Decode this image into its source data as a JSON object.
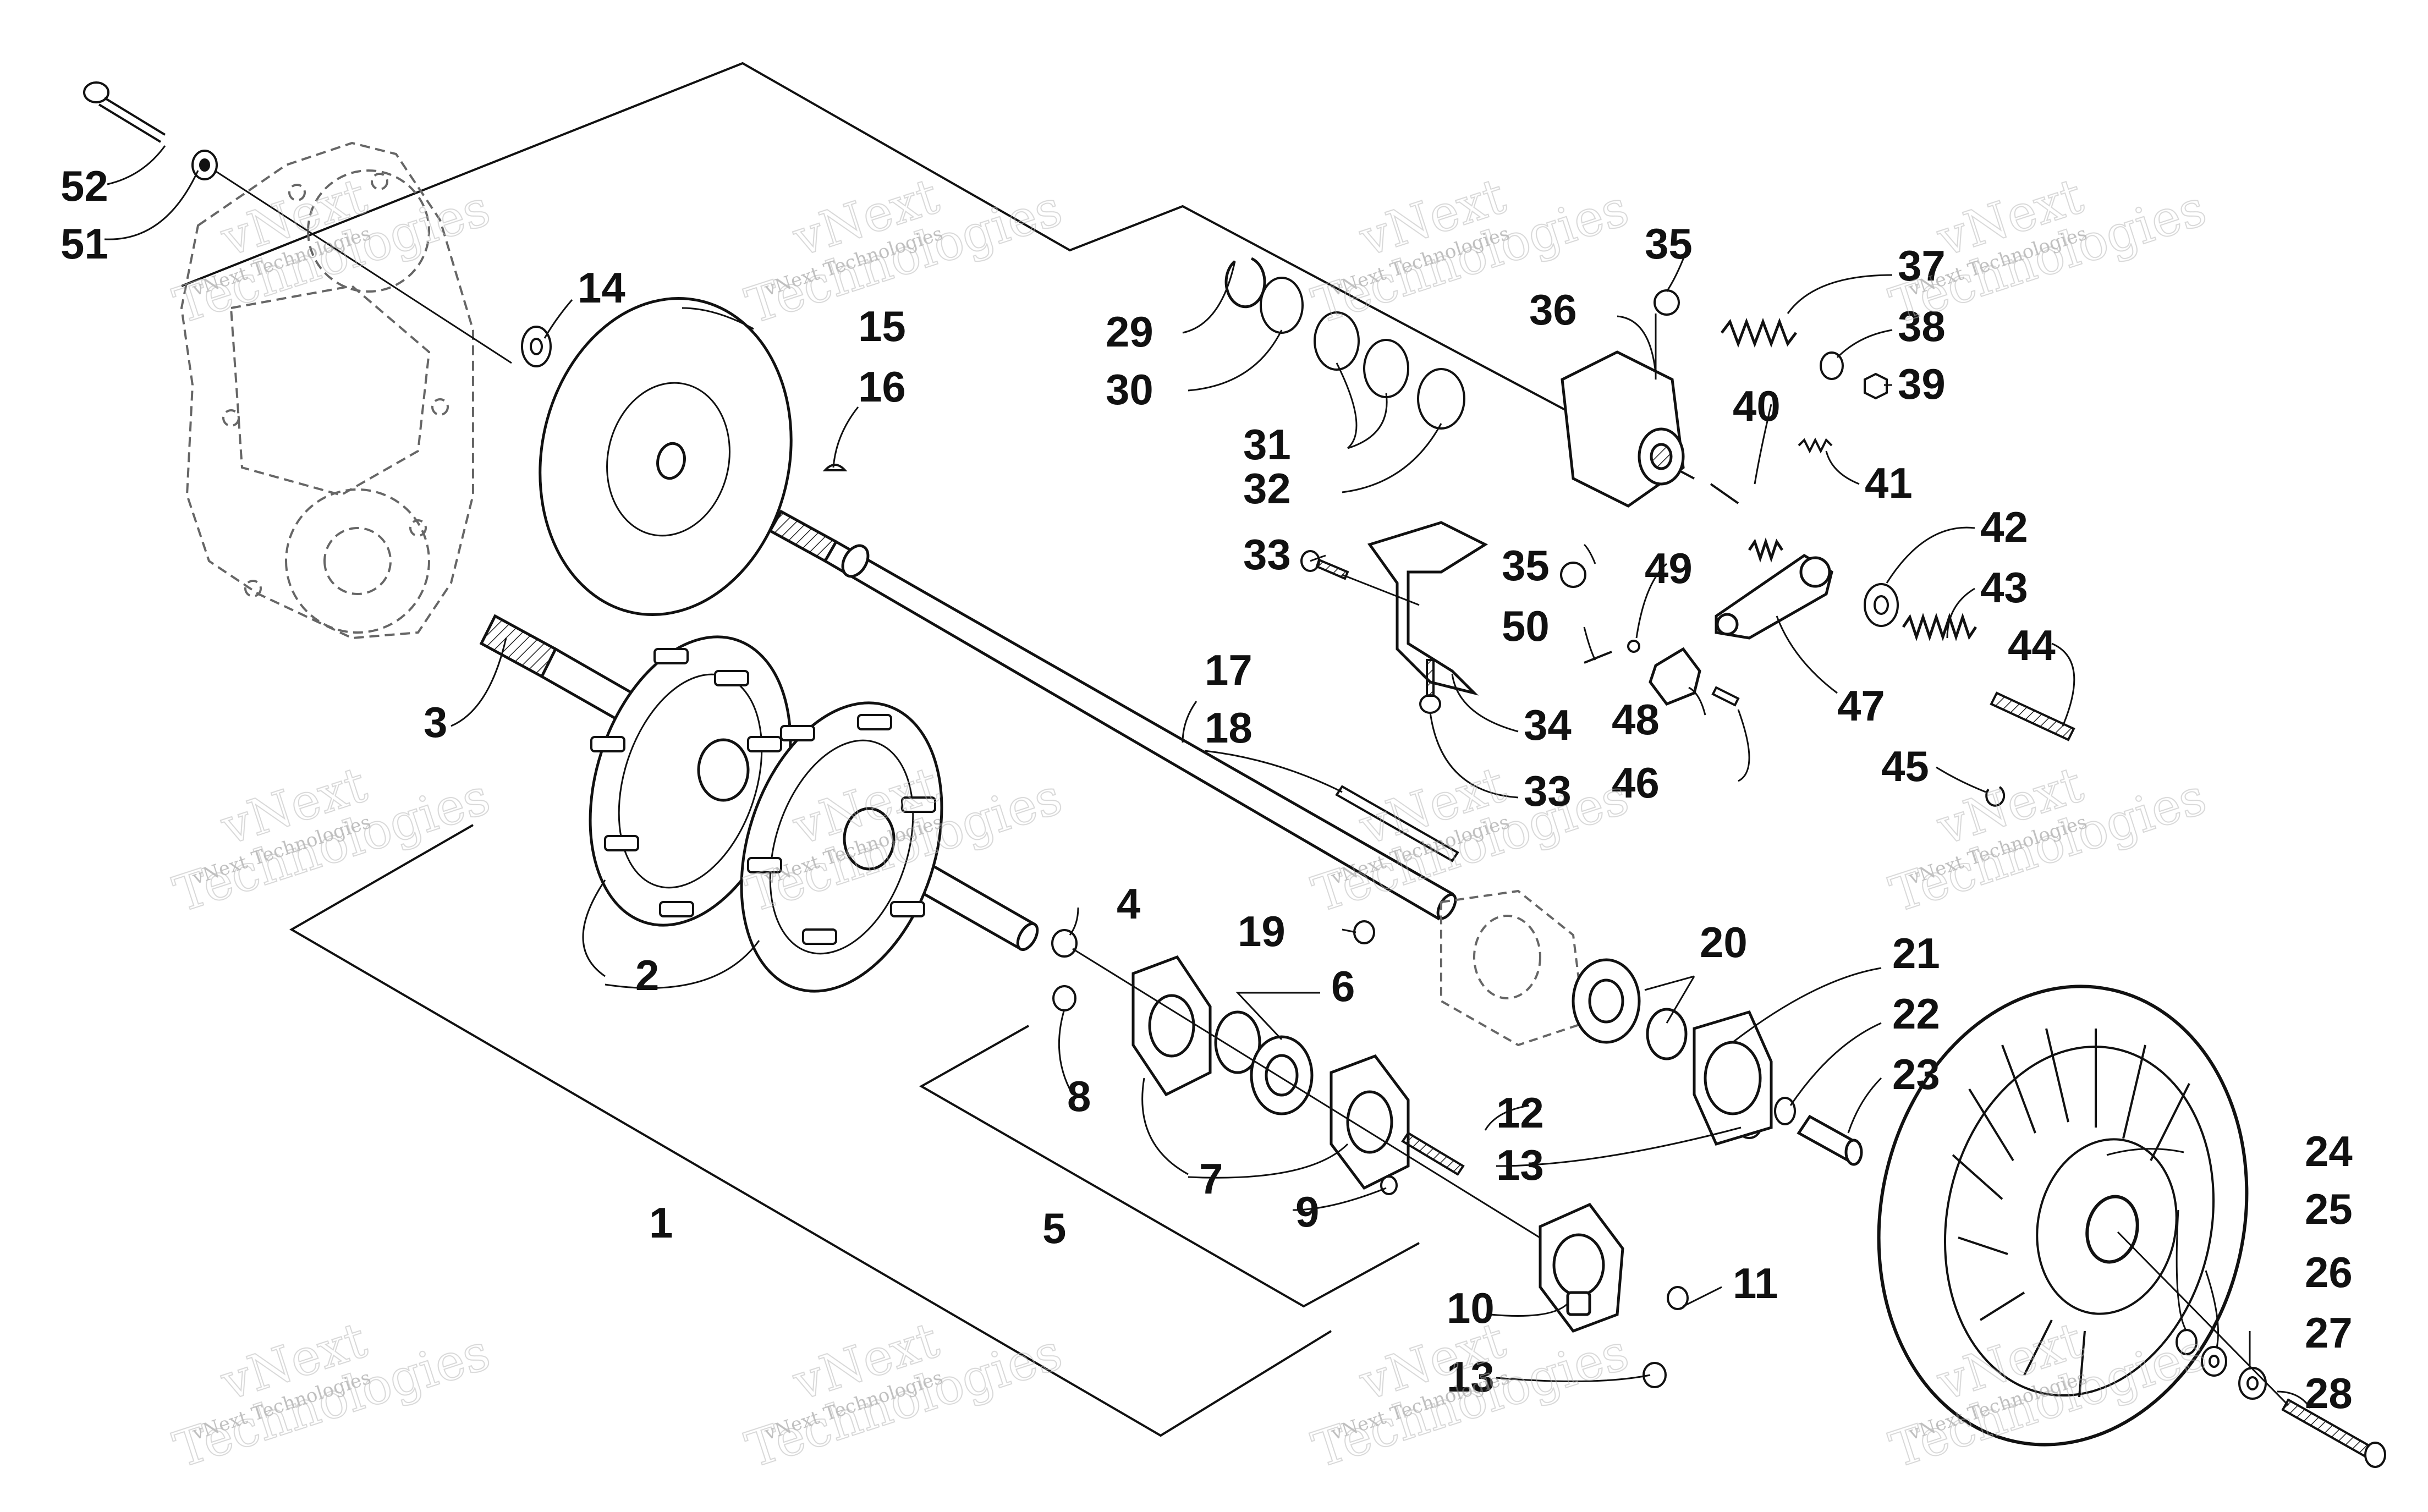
{
  "watermark": {
    "brand": "vNext",
    "suffix": "Technologies",
    "line": "vNext Technologies"
  },
  "colors": {
    "ink": "#111111",
    "ghost": "#777777",
    "watermark": "#9a9a9a",
    "background": "#ffffff"
  },
  "callouts": [
    {
      "id": "52",
      "text": "52"
    },
    {
      "id": "51",
      "text": "51"
    },
    {
      "id": "14",
      "text": "14"
    },
    {
      "id": "15",
      "text": "15"
    },
    {
      "id": "16",
      "text": "16"
    },
    {
      "id": "3",
      "text": "3"
    },
    {
      "id": "2",
      "text": "2"
    },
    {
      "id": "1",
      "text": "1"
    },
    {
      "id": "4",
      "text": "4"
    },
    {
      "id": "8",
      "text": "8"
    },
    {
      "id": "7",
      "text": "7"
    },
    {
      "id": "5",
      "text": "5"
    },
    {
      "id": "6",
      "text": "6"
    },
    {
      "id": "9",
      "text": "9"
    },
    {
      "id": "10",
      "text": "10"
    },
    {
      "id": "11",
      "text": "11"
    },
    {
      "id": "12",
      "text": "12"
    },
    {
      "id": "13a",
      "text": "13"
    },
    {
      "id": "13b",
      "text": "13"
    },
    {
      "id": "17",
      "text": "17"
    },
    {
      "id": "18",
      "text": "18"
    },
    {
      "id": "19",
      "text": "19"
    },
    {
      "id": "20",
      "text": "20"
    },
    {
      "id": "21",
      "text": "21"
    },
    {
      "id": "22",
      "text": "22"
    },
    {
      "id": "23",
      "text": "23"
    },
    {
      "id": "24",
      "text": "24"
    },
    {
      "id": "25",
      "text": "25"
    },
    {
      "id": "26",
      "text": "26"
    },
    {
      "id": "27",
      "text": "27"
    },
    {
      "id": "28",
      "text": "28"
    },
    {
      "id": "29",
      "text": "29"
    },
    {
      "id": "30",
      "text": "30"
    },
    {
      "id": "31",
      "text": "31"
    },
    {
      "id": "32",
      "text": "32"
    },
    {
      "id": "33a",
      "text": "33"
    },
    {
      "id": "33b",
      "text": "33"
    },
    {
      "id": "34",
      "text": "34"
    },
    {
      "id": "35a",
      "text": "35"
    },
    {
      "id": "35b",
      "text": "35"
    },
    {
      "id": "36",
      "text": "36"
    },
    {
      "id": "37",
      "text": "37"
    },
    {
      "id": "38",
      "text": "38"
    },
    {
      "id": "39",
      "text": "39"
    },
    {
      "id": "40",
      "text": "40"
    },
    {
      "id": "41",
      "text": "41"
    },
    {
      "id": "42",
      "text": "42"
    },
    {
      "id": "43",
      "text": "43"
    },
    {
      "id": "44",
      "text": "44"
    },
    {
      "id": "45",
      "text": "45"
    },
    {
      "id": "46",
      "text": "46"
    },
    {
      "id": "47",
      "text": "47"
    },
    {
      "id": "48",
      "text": "48"
    },
    {
      "id": "49",
      "text": "49"
    },
    {
      "id": "50",
      "text": "50"
    }
  ]
}
